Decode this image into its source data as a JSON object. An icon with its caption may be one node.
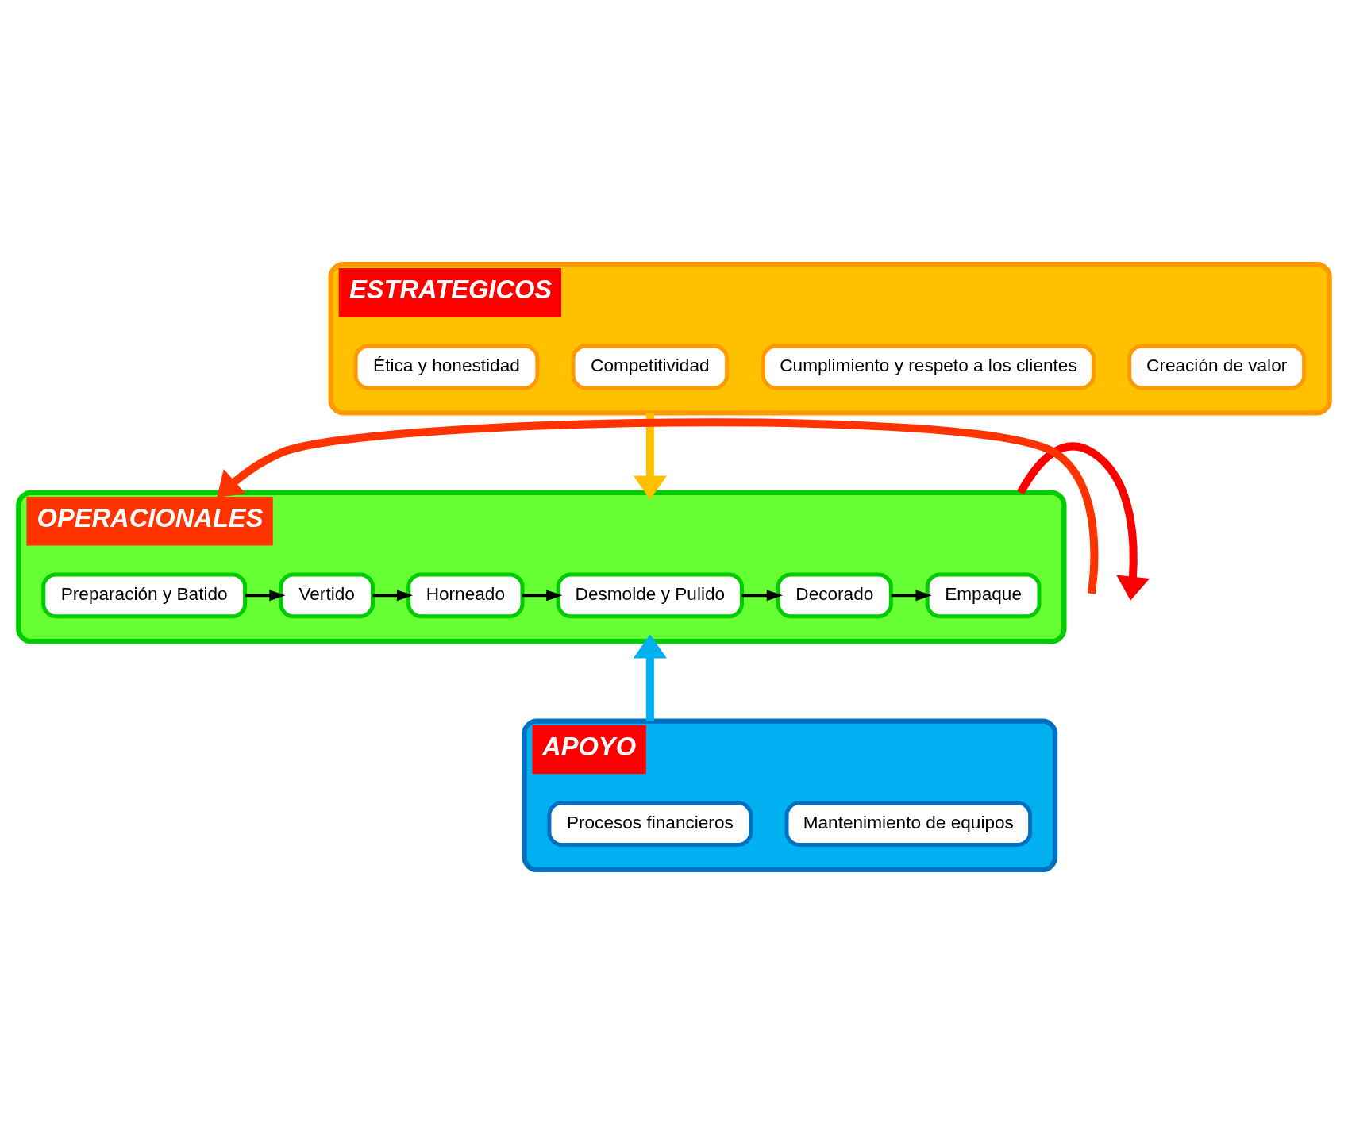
{
  "diagram": {
    "nodes": [
      {
        "text": [
          "ESTRATEGICOS"
        ]
      },
      {
        "text": [
          "Creación de valor"
        ],
        "in": 0
      },
      {
        "text": [
          "Cumplimiento y respeto a los clientes"
        ],
        "in": 0
      },
      {
        "text": [
          "Competitividad"
        ],
        "in": 0
      },
      {
        "text": [
          "Ética y honestidad"
        ],
        "in": 0
      },
      {
        "text": [
          "OPERACIONALES"
        ]
      },
      {
        "text": [
          "Preparación y Batido"
        ],
        "in": 5
      },
      {
        "text": [
          "Vertido"
        ],
        "in": 5
      },
      {
        "text": [
          "Horneado"
        ],
        "in": 5
      },
      {
        "text": [
          "Desmolde y Pulido"
        ],
        "in": 5
      },
      {
        "text": [
          "Decorado"
        ],
        "in": 5
      },
      {
        "text": [
          "Empaque"
        ],
        "in": 5
      },
      {
        "text": [
          "APOYO"
        ]
      },
      {
        "text": [
          "Mantenimiento de equipos"
        ],
        "in": 12
      },
      {
        "text": [
          "Procesos financieros"
        ],
        "in": 12
      }
    ],
    "edges": [
      {
        "from": 0,
        "to": 5,
        "arrow": "to",
        "style": "thick",
        "color": "#ffc000"
      },
      {
        "from": null,
        "to": 5,
        "arrow": "to",
        "style": "thick",
        "color": "#ff3300"
      },
      {
        "from": 6,
        "to": 7,
        "arrow": "to"
      },
      {
        "from": 7,
        "to": 8,
        "arrow": "to"
      },
      {
        "from": 8,
        "to": 9,
        "arrow": "to"
      },
      {
        "from": 9,
        "to": 10,
        "arrow": "to"
      },
      {
        "from": 10,
        "to": 11,
        "arrow": "to"
      },
      {
        "from": 5,
        "to": null,
        "arrow": "to",
        "style": "thick",
        "color": "#ff0000"
      },
      {
        "from": 12,
        "to": 5,
        "arrow": "to",
        "style": "thick",
        "color": "#00b0f0"
      }
    ]
  }
}
